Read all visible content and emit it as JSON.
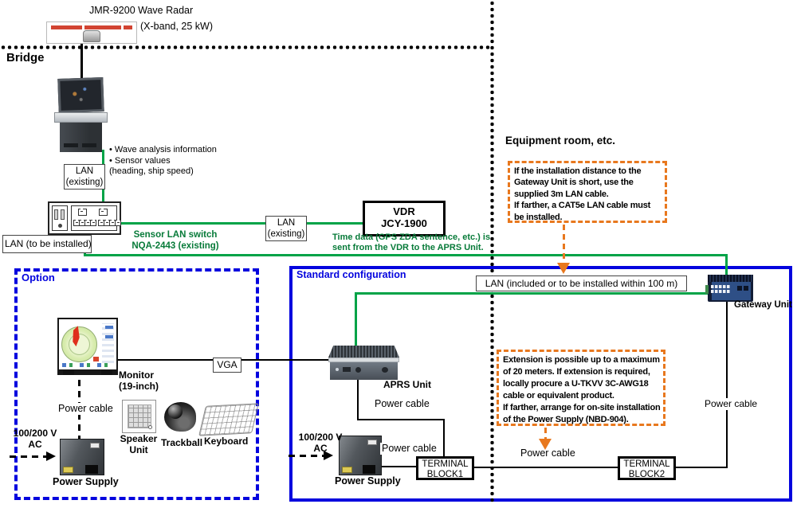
{
  "colors": {
    "lan_green": "#00A347",
    "box_blue": "#0404DE",
    "note_orange": "#E8781E",
    "note_green_text": "#067a38"
  },
  "header": {
    "radar_title": "JMR-9200 Wave Radar",
    "radar_subtitle": "(X-band, 25 kW)",
    "bridge": "Bridge",
    "equipment_room": "Equipment room, etc."
  },
  "bridge_area": {
    "console_notes": [
      "• Wave analysis information",
      "• Sensor values",
      "(heading, ship speed)"
    ],
    "lan_existing_vertical": [
      "LAN",
      "(existing)"
    ],
    "lan_existing_horizontal": [
      "LAN",
      "(existing)"
    ],
    "lan_to_be_installed": "LAN (to be installed)",
    "switch_name": "Sensor LAN switch",
    "switch_model": "NQA-2443 (existing)",
    "vdr_name": "VDR",
    "vdr_model": "JCY-1900",
    "vdr_note": [
      "Time data (GPS ZDA sentence, etc.) is",
      "sent from the VDR to the APRS Unit."
    ]
  },
  "equipment_area": {
    "gateway_note": [
      "If the installation distance to the",
      "Gateway Unit is short, use the",
      "supplied 3m LAN cable.",
      "If farther, a CAT5e LAN cable must",
      "be installed."
    ],
    "extension_note": [
      "Extension is possible up to a maximum",
      "of 20 meters. If extension is required,",
      "locally procure a U-TKVV 3C-AWG18",
      "cable or equivalent product.",
      "If farther, arrange for on-site installation",
      "of the Power Supply (NBD-904)."
    ]
  },
  "option_area": {
    "title": "Option",
    "monitor_label": [
      "Monitor",
      "(19-inch)"
    ],
    "vga": "VGA",
    "power_cable": "Power cable",
    "ac_supply": [
      "100/200 V",
      "AC"
    ],
    "power_supply": "Power Supply",
    "speaker": [
      "Speaker",
      "Unit"
    ],
    "trackball": "Trackball",
    "keyboard": "Keyboard"
  },
  "standard_area": {
    "title": "Standard configuration",
    "lan_included": "LAN (included or to be installed within 100 m)",
    "aprs_unit": "APRS Unit",
    "power_cable_aprs": "Power cable",
    "ac_supply": [
      "100/200 V",
      "AC"
    ],
    "power_supply": "Power Supply",
    "power_cable_psu": "Power cable",
    "power_cable_tb": "Power cable",
    "power_cable_gateway": "Power cable",
    "terminal_block_1": [
      "TERMINAL",
      "BLOCK1"
    ],
    "terminal_block_2": [
      "TERMINAL",
      "BLOCK2"
    ],
    "gateway_unit": "Gateway Unit"
  }
}
